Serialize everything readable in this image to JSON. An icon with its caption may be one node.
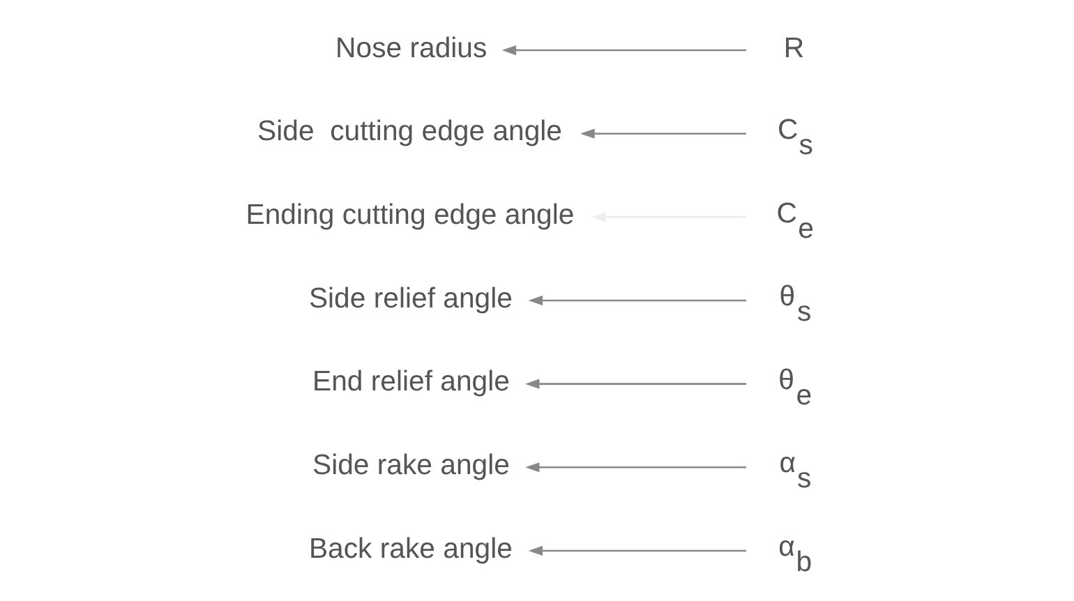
{
  "diagram": {
    "nodes": [
      {
        "text": [
          "α$_{b}$"
        ]
      },
      {
        "text": [
          "α$_{s}$"
        ]
      },
      {
        "text": [
          "θ$_{e}$"
        ]
      },
      {
        "text": [
          "θ$_{s}$"
        ]
      },
      {
        "text": [
          "C$_{e}$"
        ]
      },
      {
        "text": [
          "C$_{s}$"
        ]
      },
      {
        "text": [
          "R"
        ]
      },
      {
        "text": [
          "Back rake angle"
        ]
      },
      {
        "text": [
          "Side rake angle"
        ]
      },
      {
        "text": [
          "End relief angle"
        ]
      },
      {
        "text": [
          "Side relief angle"
        ]
      },
      {
        "text": [
          "Ending cutting edge angle"
        ]
      },
      {
        "text": [
          "Side  cutting edge angle"
        ]
      },
      {
        "text": [
          "Nose radius"
        ]
      }
    ],
    "edges": [
      {
        "from": 0,
        "to": 7,
        "arrow": "to"
      },
      {
        "from": 1,
        "to": 8,
        "arrow": "to"
      },
      {
        "from": 2,
        "to": 9,
        "arrow": "to"
      },
      {
        "from": 3,
        "to": 10,
        "arrow": "to"
      },
      {
        "from": 4,
        "to": 11,
        "arrow": "to",
        "color": "#eeeeee"
      },
      {
        "from": 5,
        "to": 12,
        "arrow": "to"
      },
      {
        "from": 6,
        "to": 13,
        "arrow": "to"
      }
    ]
  }
}
